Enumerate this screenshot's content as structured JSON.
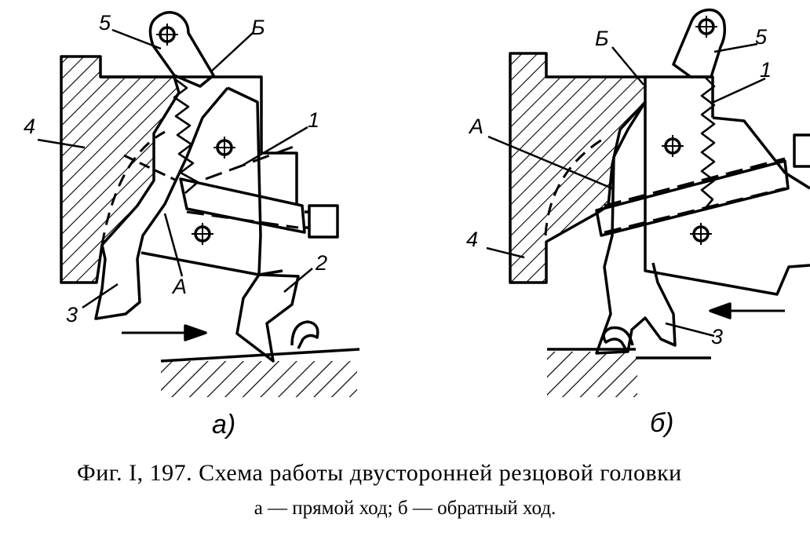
{
  "figure": {
    "panel_a": {
      "sublabel": "а)",
      "labels": {
        "n5": "5",
        "nB": "Б",
        "n4": "4",
        "n1": "1",
        "n3": "3",
        "nA": "А",
        "n2": "2"
      }
    },
    "panel_b": {
      "sublabel": "б)",
      "labels": {
        "nB": "Б",
        "n5": "5",
        "n1": "1",
        "nA": "А",
        "n4": "4",
        "n3": "3"
      }
    },
    "caption": {
      "line1": "Фиг. I, 197. Схема работы двусторонней резцовой головки",
      "line2": "а — прямой ход; б — обратный ход."
    }
  }
}
